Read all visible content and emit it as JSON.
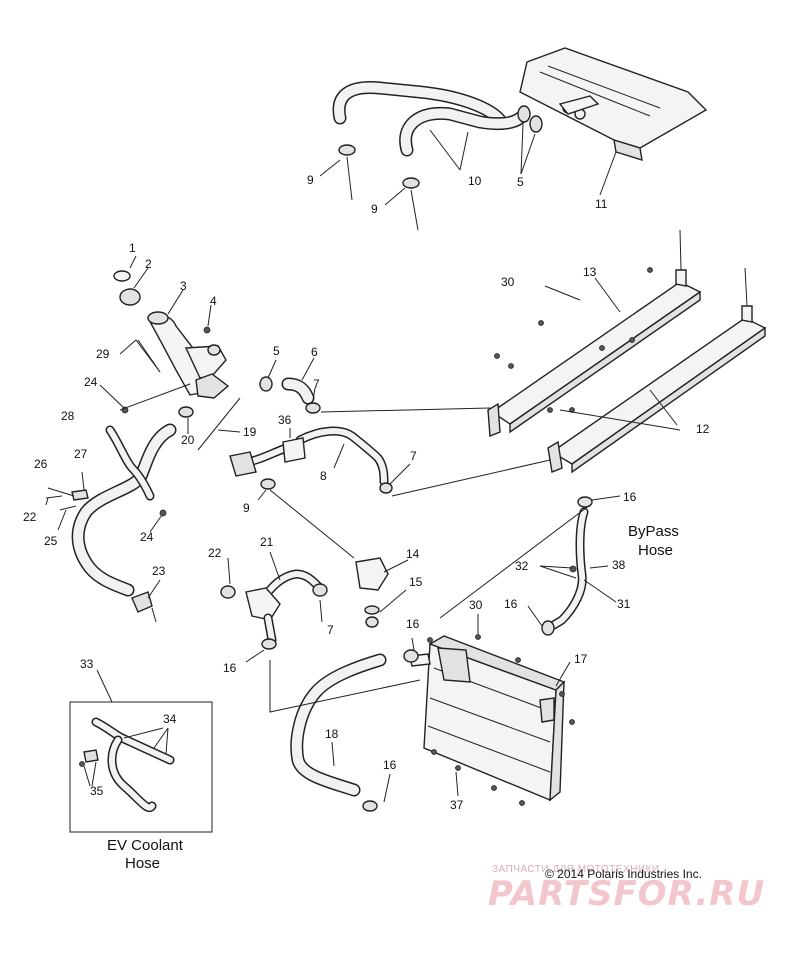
{
  "callouts": [
    {
      "id": "c1",
      "text": "1"
    },
    {
      "id": "c2",
      "text": "2"
    },
    {
      "id": "c3",
      "text": "3"
    },
    {
      "id": "c4",
      "text": "4"
    },
    {
      "id": "c5a",
      "text": "5"
    },
    {
      "id": "c5b",
      "text": "5"
    },
    {
      "id": "c6",
      "text": "6"
    },
    {
      "id": "c7a",
      "text": "7"
    },
    {
      "id": "c7b",
      "text": "7"
    },
    {
      "id": "c7c",
      "text": "7"
    },
    {
      "id": "c8",
      "text": "8"
    },
    {
      "id": "c9a",
      "text": "9"
    },
    {
      "id": "c9b",
      "text": "9"
    },
    {
      "id": "c9c",
      "text": "9"
    },
    {
      "id": "c10",
      "text": "10"
    },
    {
      "id": "c11",
      "text": "11"
    },
    {
      "id": "c12",
      "text": "12"
    },
    {
      "id": "c13",
      "text": "13"
    },
    {
      "id": "c14",
      "text": "14"
    },
    {
      "id": "c15",
      "text": "15"
    },
    {
      "id": "c16a",
      "text": "16"
    },
    {
      "id": "c16b",
      "text": "16"
    },
    {
      "id": "c16c",
      "text": "16"
    },
    {
      "id": "c16d",
      "text": "16"
    },
    {
      "id": "c16e",
      "text": "16"
    },
    {
      "id": "c17",
      "text": "17"
    },
    {
      "id": "c18",
      "text": "18"
    },
    {
      "id": "c19",
      "text": "19"
    },
    {
      "id": "c20",
      "text": "20"
    },
    {
      "id": "c21",
      "text": "21"
    },
    {
      "id": "c22a",
      "text": "22"
    },
    {
      "id": "c22b",
      "text": "22"
    },
    {
      "id": "c23",
      "text": "23"
    },
    {
      "id": "c24a",
      "text": "24"
    },
    {
      "id": "c24b",
      "text": "24"
    },
    {
      "id": "c25",
      "text": "25"
    },
    {
      "id": "c26",
      "text": "26"
    },
    {
      "id": "c27",
      "text": "27"
    },
    {
      "id": "c28",
      "text": "28"
    },
    {
      "id": "c29",
      "text": "29"
    },
    {
      "id": "c30a",
      "text": "30"
    },
    {
      "id": "c30b",
      "text": "30"
    },
    {
      "id": "c31",
      "text": "31"
    },
    {
      "id": "c32",
      "text": "32"
    },
    {
      "id": "c33",
      "text": "33"
    },
    {
      "id": "c34",
      "text": "34"
    },
    {
      "id": "c35",
      "text": "35"
    },
    {
      "id": "c36",
      "text": "36"
    },
    {
      "id": "c37",
      "text": "37"
    },
    {
      "id": "c38",
      "text": "38"
    }
  ],
  "labels": {
    "bypass_line1": "ByPass",
    "bypass_line2": "Hose",
    "ev_line1": "EV Coolant",
    "ev_line2": "Hose"
  },
  "copyright": "© 2014 Polaris Industries Inc.",
  "watermark": {
    "top": "ЗАПЧАСТИ ДЛЯ МОТОТЕХНИКИ",
    "brand": "PARTSFOR.RU"
  },
  "colors": {
    "line": "#222222",
    "watermark": "#f2c6cc"
  }
}
